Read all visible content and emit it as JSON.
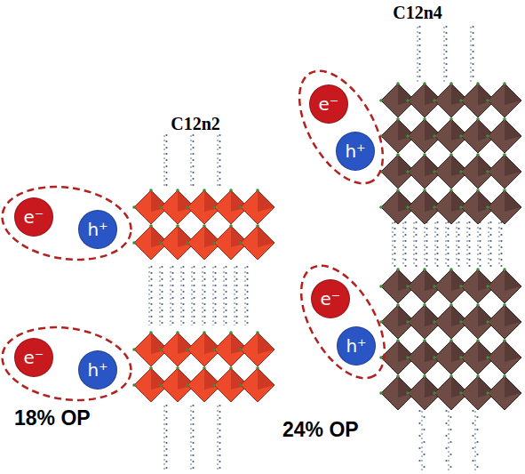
{
  "diagram": {
    "nodes": [
      {
        "text": [
          "e⁻"
        ]
      },
      {
        "text": [
          "h⁺"
        ]
      },
      {
        "text": [
          "e⁻"
        ]
      },
      {
        "text": [
          "h⁺"
        ]
      },
      {
        "text": [
          "e⁻"
        ]
      },
      {
        "text": [
          "h⁺"
        ]
      },
      {
        "text": [
          "e⁻"
        ]
      },
      {
        "text": [
          "h⁺"
        ]
      }
    ],
    "labels": [
      "C12n2",
      "C12n4",
      "18% OP",
      "24% OP"
    ]
  }
}
